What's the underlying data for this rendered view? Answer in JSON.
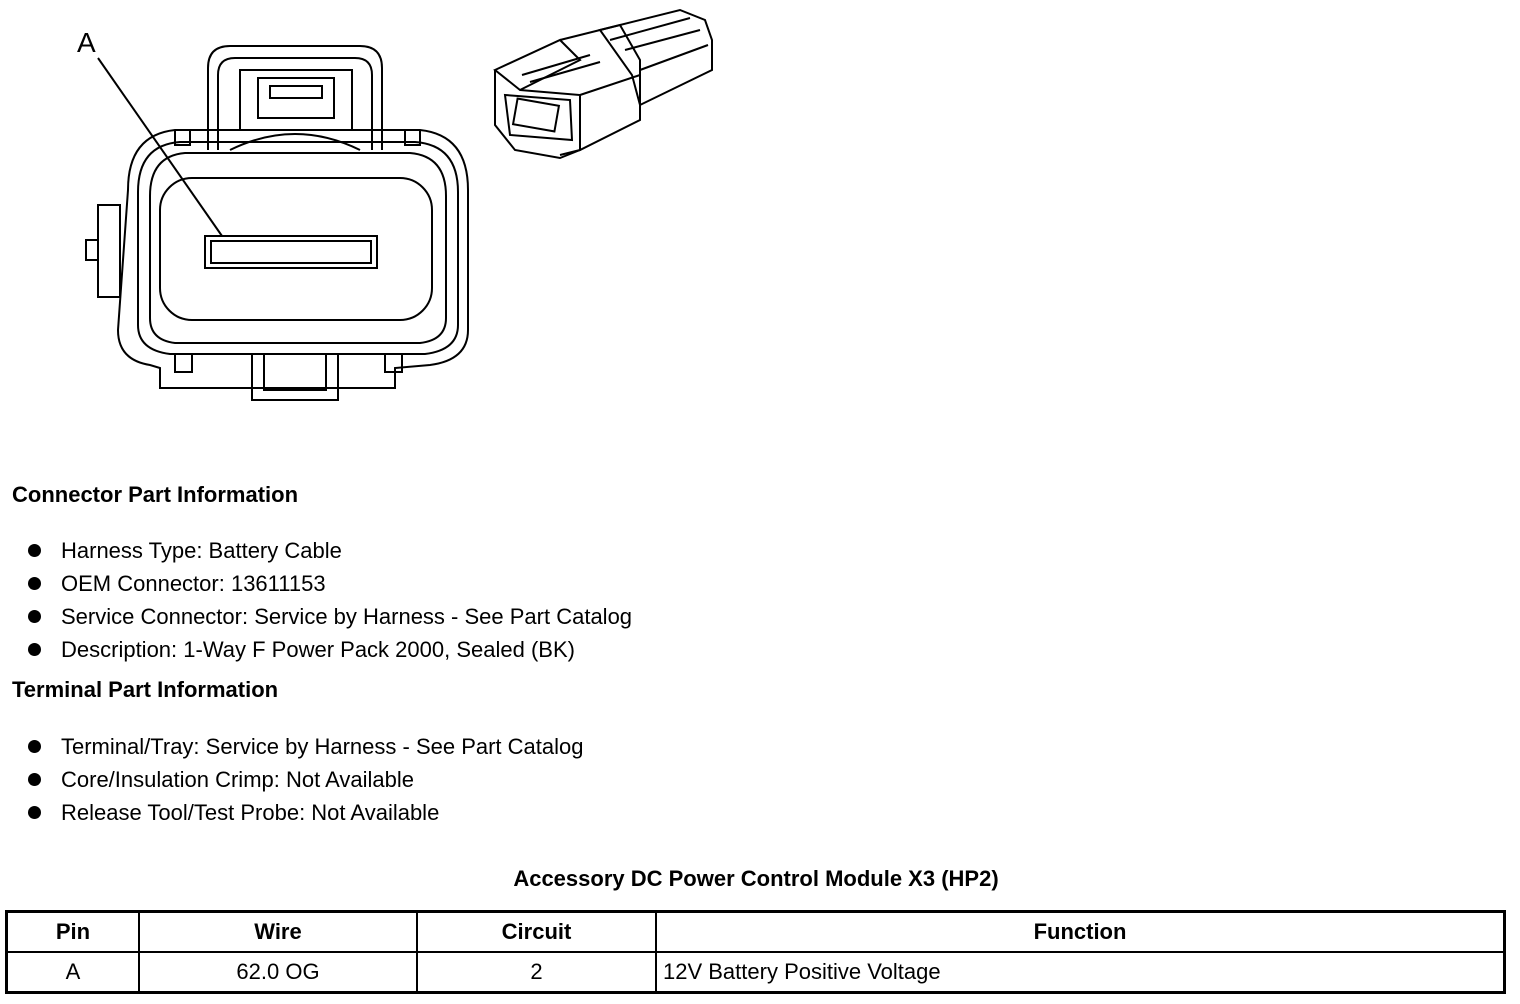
{
  "diagram": {
    "pin_label": "A"
  },
  "connector_section": {
    "heading": "Connector Part Information",
    "items": [
      "Harness Type: Battery Cable",
      "OEM Connector: 13611153",
      "Service Connector: Service by Harness - See Part Catalog",
      "Description: 1-Way F Power Pack 2000, Sealed (BK)"
    ]
  },
  "terminal_section": {
    "heading": "Terminal Part Information",
    "items": [
      "Terminal/Tray: Service by Harness - See Part Catalog",
      "Core/Insulation Crimp: Not Available",
      "Release Tool/Test Probe: Not Available"
    ]
  },
  "table": {
    "title": "Accessory DC Power Control Module X3 (HP2)",
    "headers": [
      "Pin",
      "Wire",
      "Circuit",
      "Function"
    ],
    "rows": [
      [
        "A",
        "62.0 OG",
        "2",
        "12V Battery Positive Voltage"
      ]
    ]
  }
}
